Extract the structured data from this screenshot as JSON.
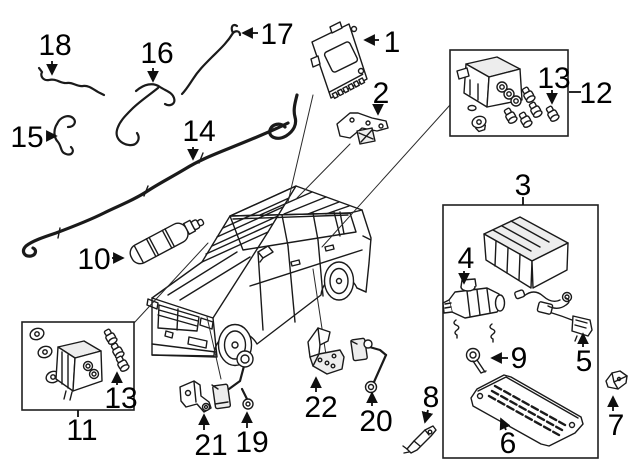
{
  "canvas": {
    "background": "#ffffff",
    "line_color": "#1a1a1a",
    "label_color": "#000000"
  },
  "callouts": {
    "c1": {
      "label": "1"
    },
    "c2": {
      "label": "2"
    },
    "c3": {
      "label": "3"
    },
    "c4": {
      "label": "4"
    },
    "c5": {
      "label": "5"
    },
    "c6": {
      "label": "6"
    },
    "c7": {
      "label": "7"
    },
    "c8": {
      "label": "8"
    },
    "c9": {
      "label": "9"
    },
    "c10": {
      "label": "10"
    },
    "c11": {
      "label": "11"
    },
    "c12": {
      "label": "12"
    },
    "c13a": {
      "label": "13"
    },
    "c13b": {
      "label": "13"
    },
    "c14": {
      "label": "14"
    },
    "c15": {
      "label": "15"
    },
    "c16": {
      "label": "16"
    },
    "c17": {
      "label": "17"
    },
    "c18": {
      "label": "18"
    },
    "c19": {
      "label": "19"
    },
    "c20": {
      "label": "20"
    },
    "c21": {
      "label": "21"
    },
    "c22": {
      "label": "22"
    }
  }
}
